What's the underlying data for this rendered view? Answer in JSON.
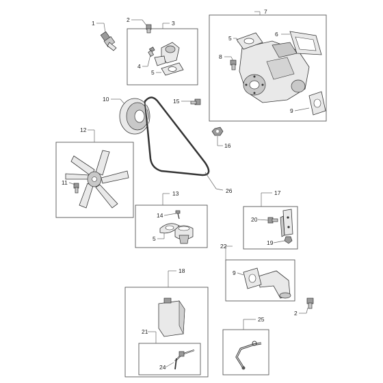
{
  "callouts": {
    "c1": "1",
    "c2a": "2",
    "c2b": "2",
    "c3": "3",
    "c4": "4",
    "c5a": "5",
    "c5b": "5",
    "c5c": "5",
    "c6": "6",
    "c7": "7",
    "c8": "8",
    "c9a": "9",
    "c9b": "9",
    "c10": "10",
    "c11": "11",
    "c12": "12",
    "c13": "13",
    "c14": "14",
    "c15": "15",
    "c16": "16",
    "c17": "17",
    "c18": "18",
    "c19": "19",
    "c20": "20",
    "c21": "21",
    "c22": "22",
    "c24": "24",
    "c25": "25",
    "c26": "26"
  }
}
